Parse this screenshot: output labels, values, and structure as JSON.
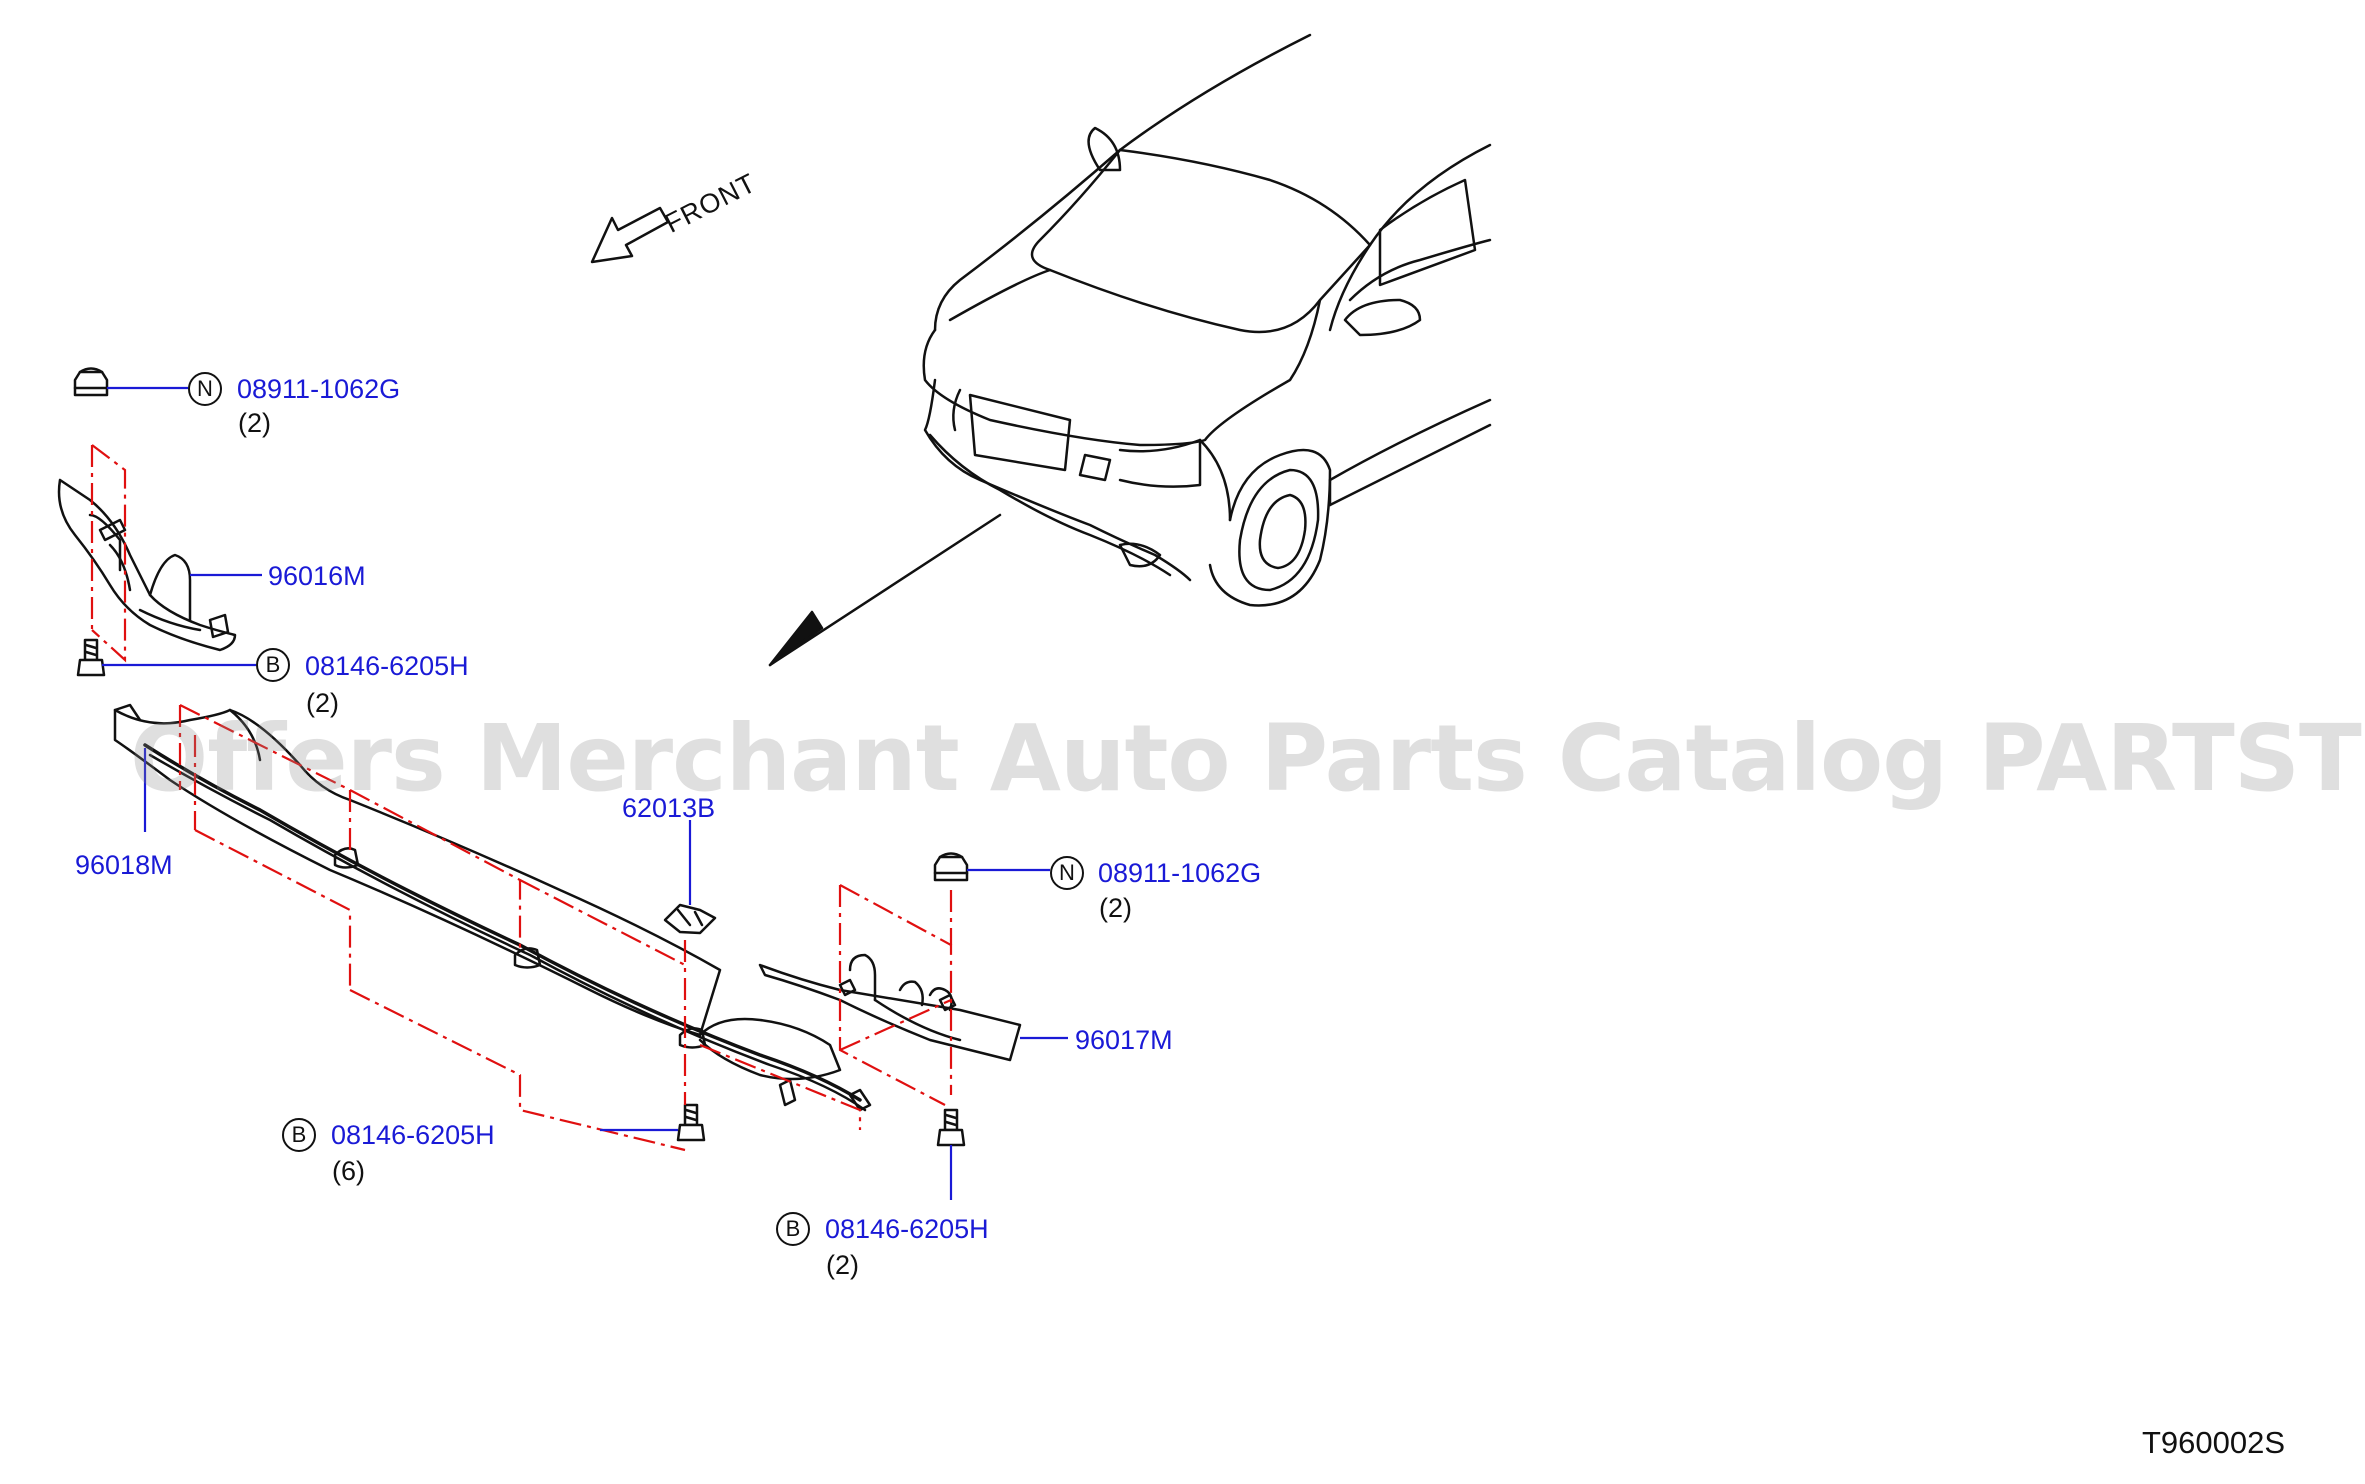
{
  "diagram": {
    "direction_label": "FRONT",
    "watermark": "Offers Merchant Auto Parts Catalog PARTSTORE.SA",
    "figure_code": "T960002S",
    "callouts": [
      {
        "badge": "N",
        "part": "08911-1062G",
        "qty": "(2)"
      },
      {
        "badge": "",
        "part": "96016M",
        "qty": ""
      },
      {
        "badge": "B",
        "part": "08146-6205H",
        "qty": "(2)"
      },
      {
        "badge": "",
        "part": "96018M",
        "qty": ""
      },
      {
        "badge": "",
        "part": "62013B",
        "qty": ""
      },
      {
        "badge": "N",
        "part": "08911-1062G",
        "qty": "(2)"
      },
      {
        "badge": "",
        "part": "96017M",
        "qty": ""
      },
      {
        "badge": "B",
        "part": "08146-6205H",
        "qty": "(6)"
      },
      {
        "badge": "B",
        "part": "08146-6205H",
        "qty": "(2)"
      }
    ]
  }
}
